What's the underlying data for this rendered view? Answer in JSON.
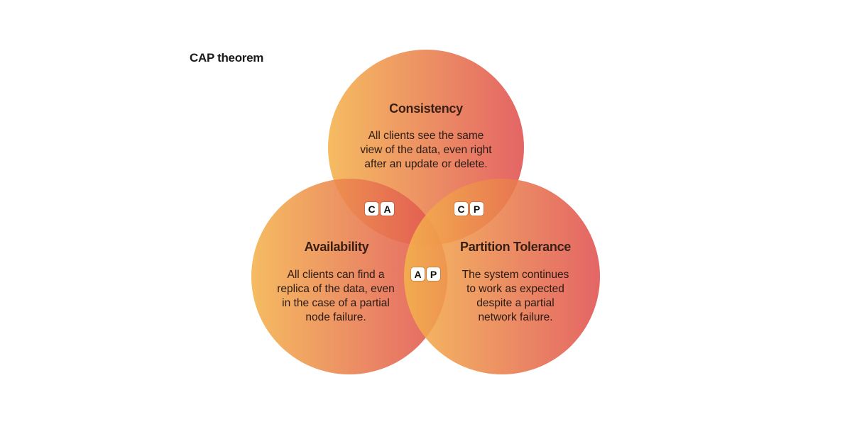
{
  "title": "CAP theorem",
  "colors": {
    "gradient_start": "#f4b24c",
    "gradient_end": "#e05050"
  },
  "circles": {
    "consistency": {
      "heading": "Consistency",
      "description_lines": [
        "All clients see the same",
        "view of the data, even right",
        "after an update or delete."
      ]
    },
    "availability": {
      "heading": "Availability",
      "description_lines": [
        "All clients can find a",
        "replica of the data, even",
        "in the case of a partial",
        "node failure."
      ]
    },
    "partition": {
      "heading": "Partition Tolerance",
      "description_lines": [
        "The system continues",
        "to work as expected",
        "despite a partial",
        "network failure."
      ]
    }
  },
  "intersections": {
    "ca": [
      "C",
      "A"
    ],
    "cp": [
      "C",
      "P"
    ],
    "ap": [
      "A",
      "P"
    ]
  }
}
